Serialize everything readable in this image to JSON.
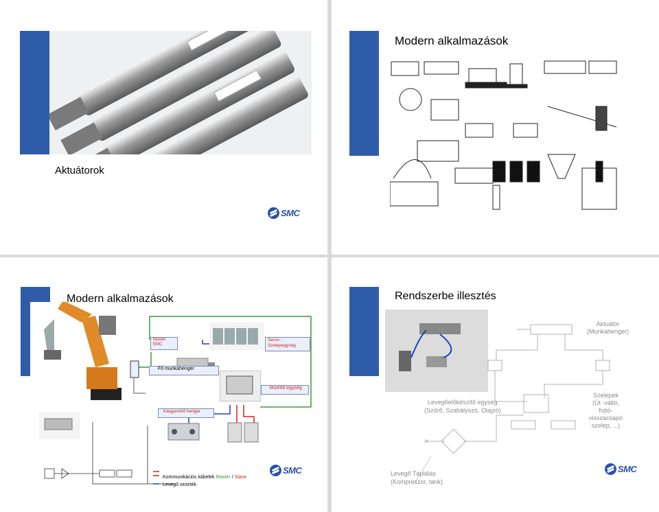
{
  "slides": [
    {
      "title": "Aktuátorok"
    },
    {
      "title": "Modern alkalmazások"
    },
    {
      "title": "Modern alkalmazások",
      "labels": {
        "master": "Master\nEMC",
        "servo": "Servo -\nSzelepegység",
        "fo": "Fő munkahenger",
        "vezerlo": "Vezérlő egység",
        "kiegyenlito": "Kiegyenlítő henger",
        "kommunikacios": "Kommunikációs kábelek",
        "master_word": "Master",
        "slash": "/",
        "slave": "Slave",
        "levego_vezetek": "Levegő vezeték"
      }
    },
    {
      "title": "Rendszerbe illesztés",
      "labels": {
        "aktuator": "Aktuátor\n(Munkahenger)",
        "levegoelo": "Levegőelőkészítő egység\n(Szűrő, Szabályozó, Olajzó)",
        "szelepek": "Szelepek\n(Út -váltó,\nfojtó-\nvisszacsapó\nszelep, ...)",
        "levego_tap": "Levegő Táplálás\n(Kompreszor, tank)"
      }
    }
  ],
  "logo": {
    "text": "SMC",
    "color": "#2a52a5"
  },
  "colors": {
    "accent_bar": "#2e5ca8",
    "wire_red": "#d42020",
    "wire_blue": "#2040c0",
    "wire_green": "#3a9a3a"
  }
}
